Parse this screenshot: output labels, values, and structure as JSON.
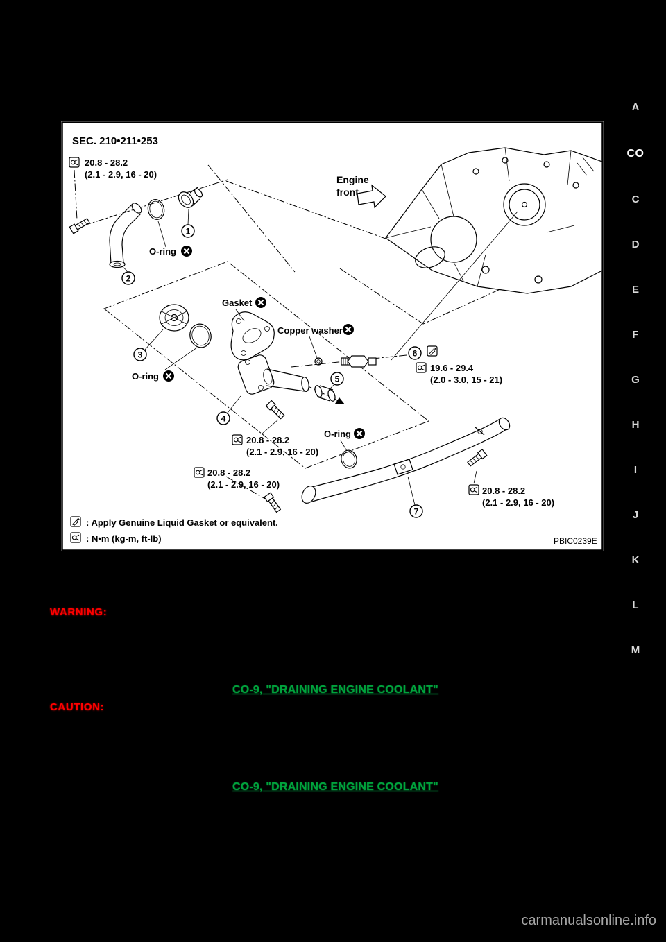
{
  "sidebar": {
    "current_section": "CO",
    "tabs": [
      "A",
      "C",
      "D",
      "E",
      "F",
      "G",
      "H",
      "I",
      "J",
      "K",
      "L",
      "M"
    ]
  },
  "diagram": {
    "section_title": "SEC. 210•211•253",
    "engine_front": {
      "line1": "Engine",
      "line2": "front"
    },
    "figure_id": "PBIC0239E",
    "torques": {
      "main": "20.8 - 28.2",
      "main_sub": "(2.1 - 2.9, 16 - 20)",
      "sensor": "19.6 - 29.4",
      "sensor_sub": "(2.0 - 3.0, 15 - 21)"
    },
    "labels": {
      "oring": "O-ring",
      "gasket": "Gasket",
      "copper_washer": "Copper washer"
    },
    "callouts": [
      "1",
      "2",
      "3",
      "4",
      "5",
      "6",
      "7"
    ],
    "legend": {
      "liquid_gasket": ":  Apply Genuine Liquid Gasket or equivalent.",
      "torque_units": ":  N•m  (kg-m,  ft-lb)"
    }
  },
  "content": {
    "warning_label": "WARNING:",
    "caution_label": "CAUTION:",
    "links": {
      "drain1": "CO-9, \"DRAINING ENGINE COOLANT\"",
      "drain2": "CO-9, \"DRAINING ENGINE COOLANT\""
    }
  },
  "footer": {
    "watermark": "carmanualsonline.info"
  }
}
